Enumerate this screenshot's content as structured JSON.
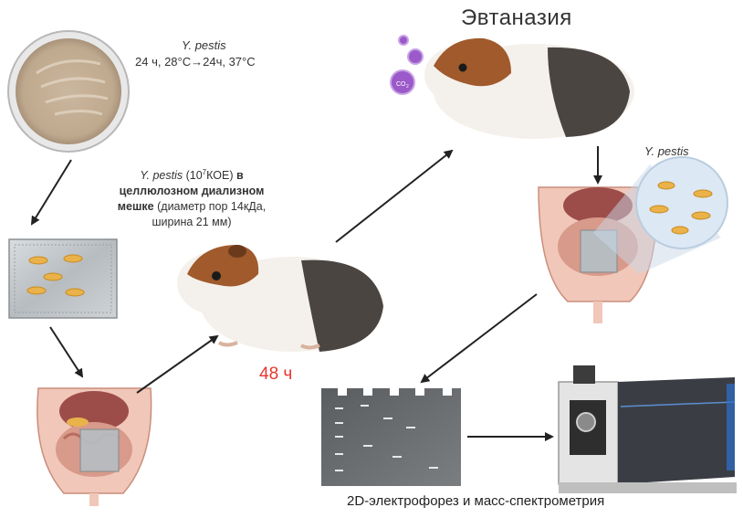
{
  "title_euthanasia": "Эвтаназия",
  "culture": {
    "species": "Y. pestis",
    "conditions": "24 ч, 28°C",
    "conditions_arrow": "→",
    "conditions_2": "24ч, 37°C"
  },
  "dose": {
    "species": "Y. pestis",
    "amount": "(10",
    "exp": "7",
    "unit": "КОЕ)",
    "bold_1": "в",
    "bold_2": "целлюлозном диализном",
    "bold_3": "мешке",
    "rest": "(диаметр пор 14кДа, ширина 21 мм)"
  },
  "duration": "48 ч",
  "recovered_species": "Y. pestis",
  "bubble_label": "CO",
  "bubble_sub": "2",
  "caption": "2D-электрофорез и масс-спектрометрия",
  "colors": {
    "accent_red": "#e8352f",
    "co2_bubble": "#9b59c9"
  }
}
